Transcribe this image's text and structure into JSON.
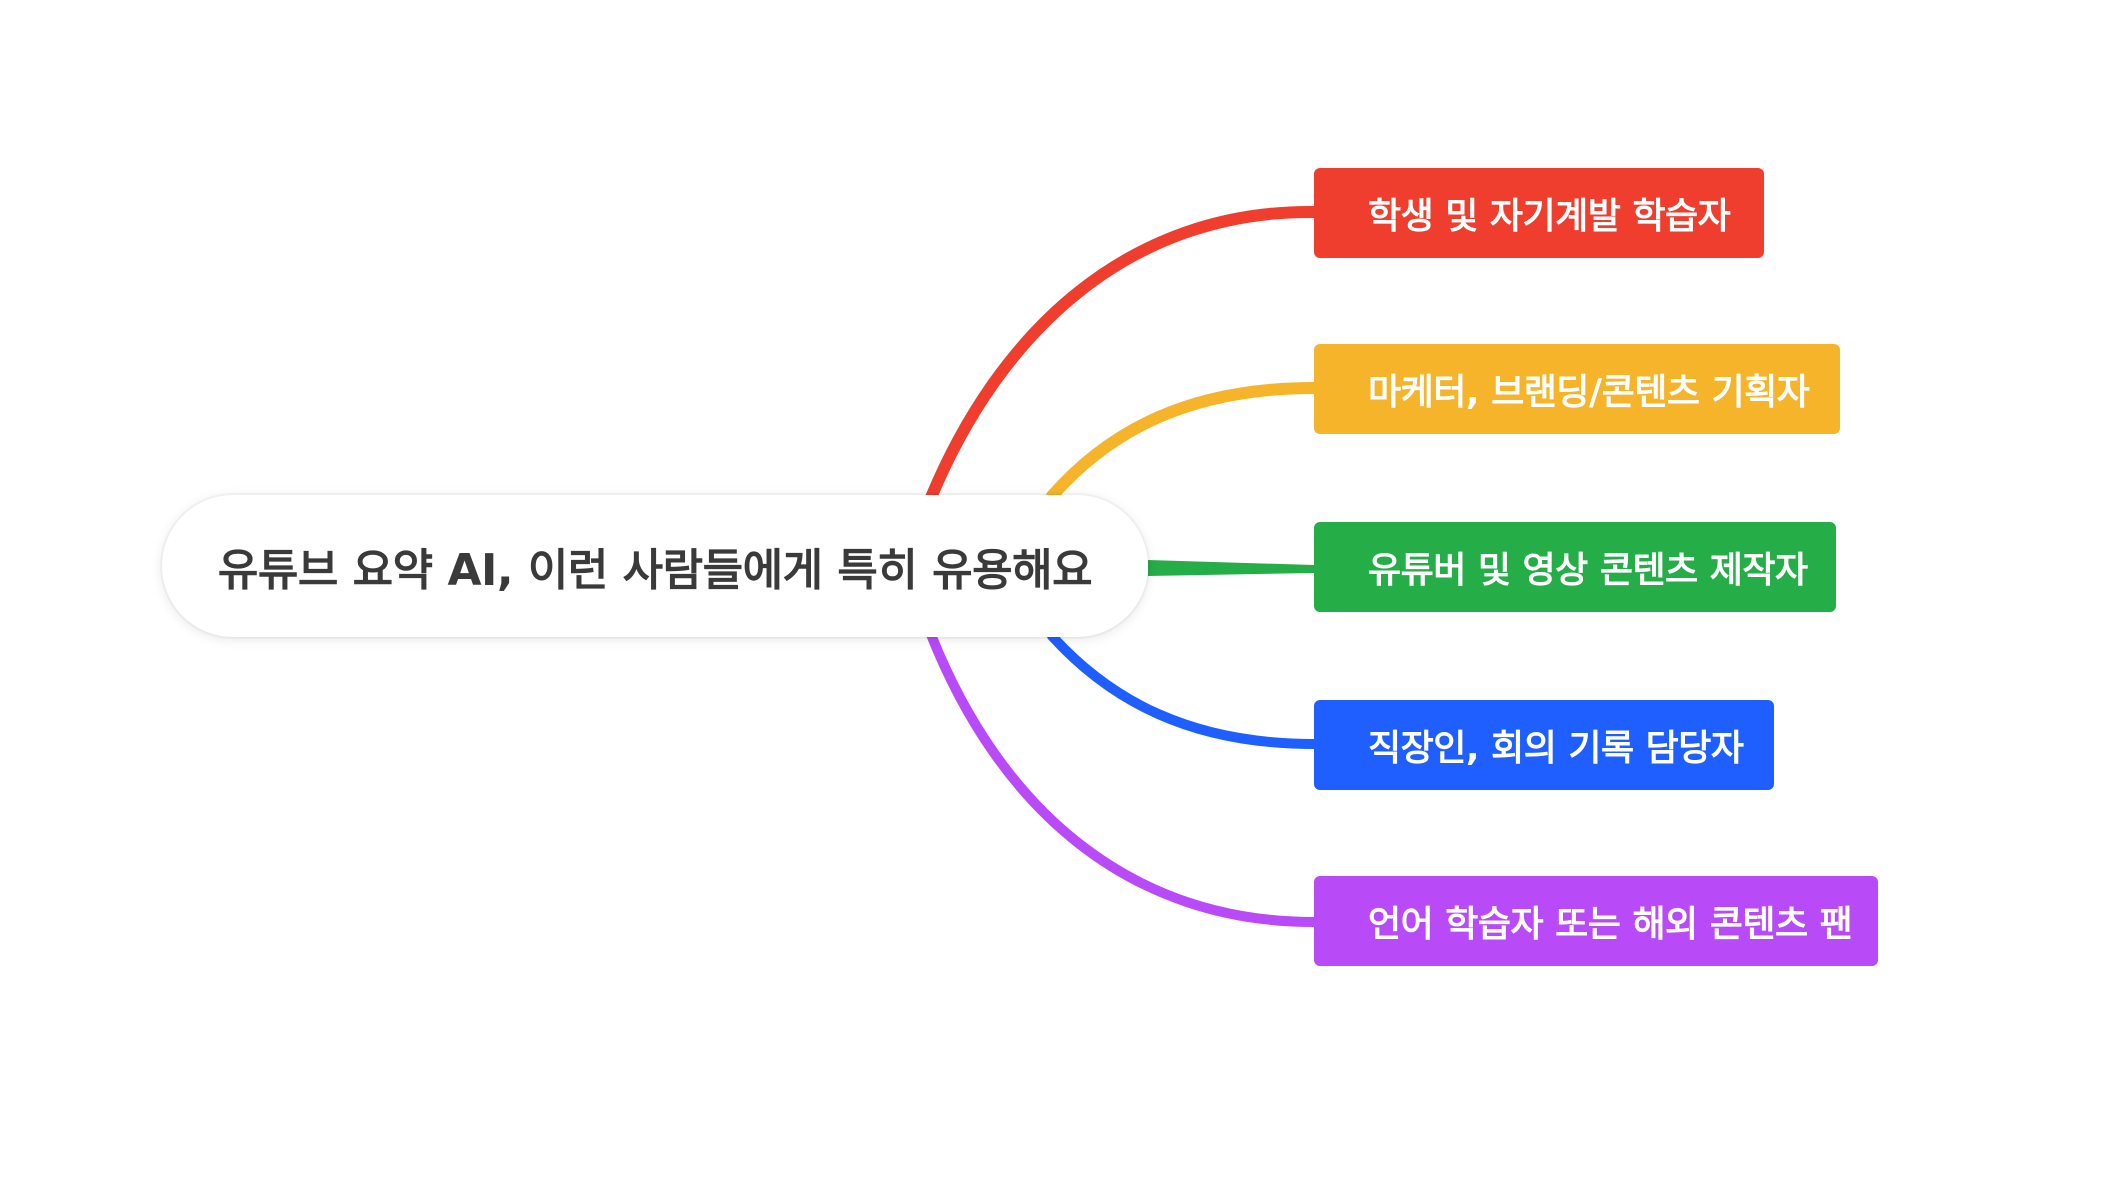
{
  "root": {
    "label": "유튜브 요약 AI, 이런 사람들에게 특히 유용해요"
  },
  "branches": [
    {
      "label": "학생 및 자기계발 학습자",
      "color": "#F03E2E"
    },
    {
      "label": "마케터, 브랜딩/콘텐츠 기획자",
      "color": "#F6B42B"
    },
    {
      "label": "유튜버 및 영상 콘텐츠 제작자",
      "color": "#25AE48"
    },
    {
      "label": "직장인, 회의 기록 담당자",
      "color": "#1F5EFF"
    },
    {
      "label": "언어 학습자 또는 해외 콘텐츠 팬",
      "color": "#B84AF7"
    }
  ]
}
